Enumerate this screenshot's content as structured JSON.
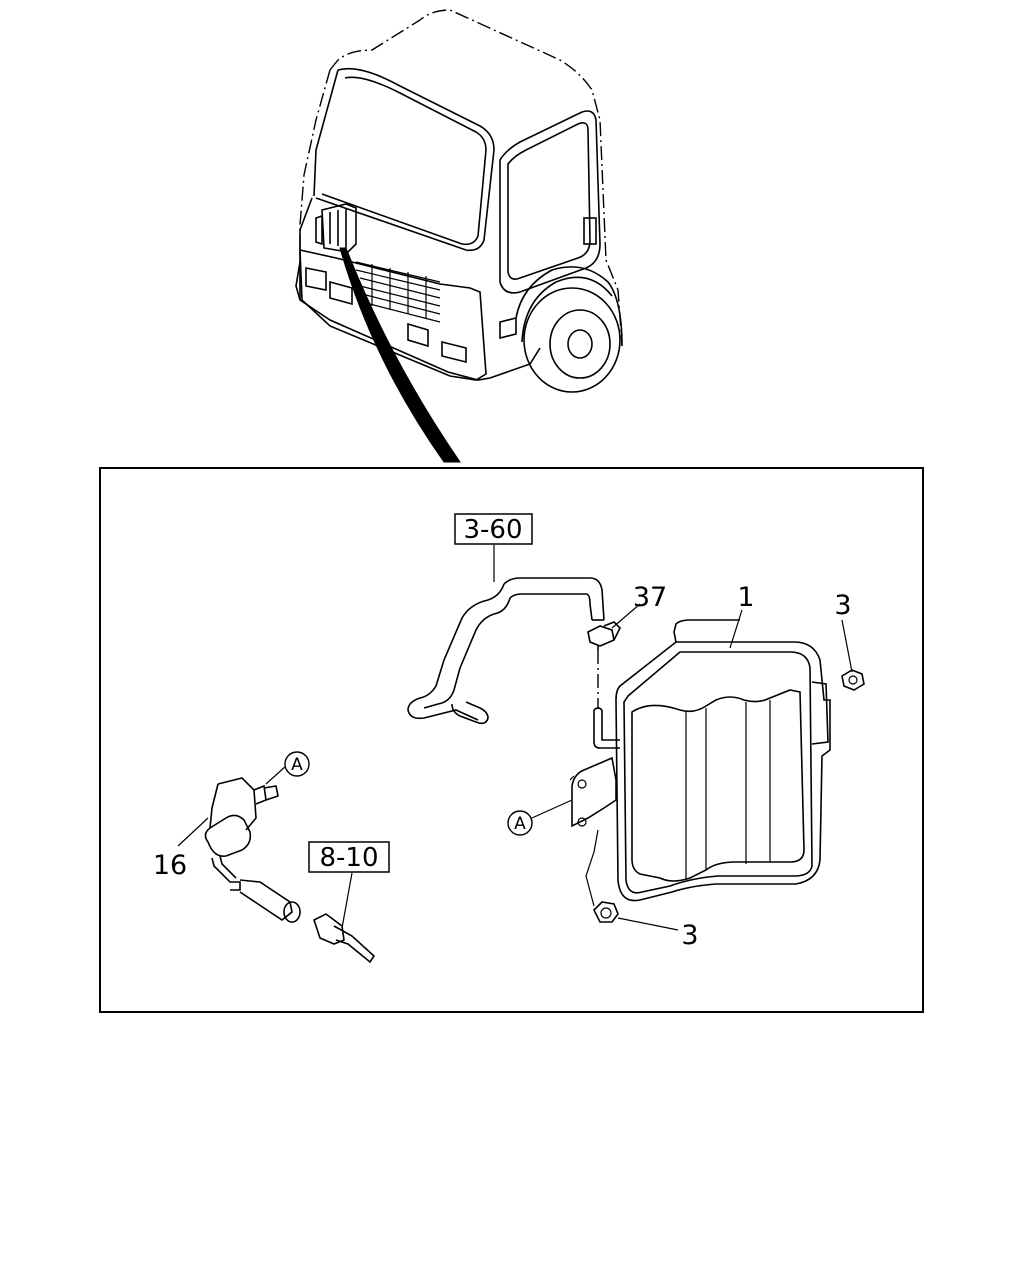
{
  "callouts": {
    "part_1": "1",
    "part_3_top": "3",
    "part_3_bottom": "3",
    "part_16": "16",
    "part_37": "37",
    "ref_pipe": "3-60",
    "ref_harness": "8-10",
    "connector_a_left": "A",
    "connector_a_right": "A"
  }
}
